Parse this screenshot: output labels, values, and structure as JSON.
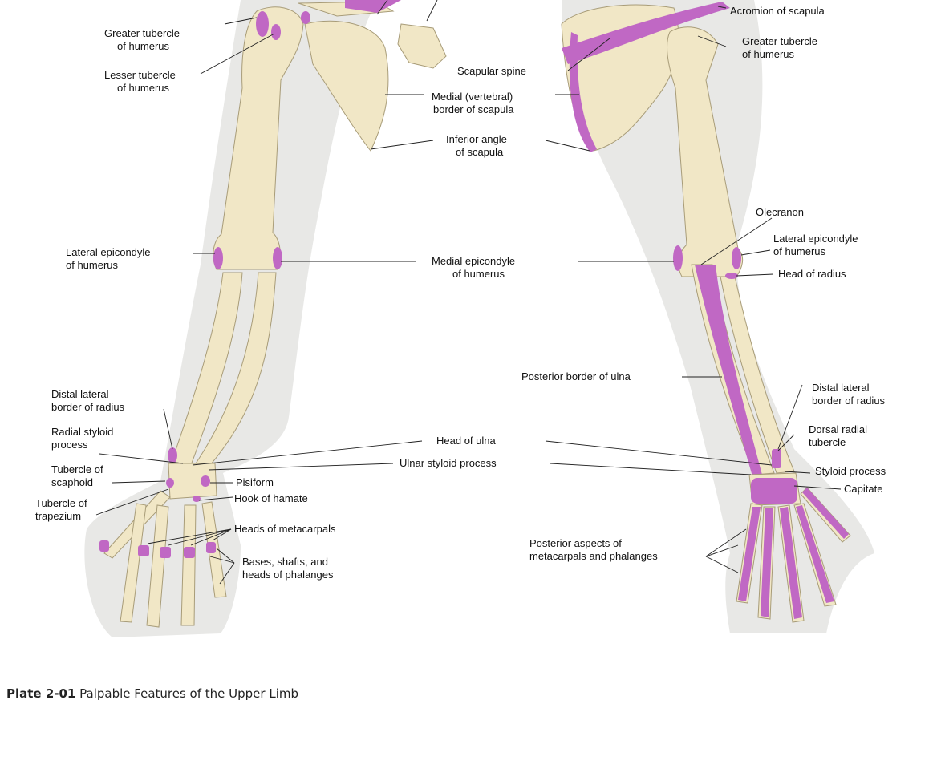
{
  "figure": {
    "labels": {
      "acromion": "Acromion of scapula",
      "greater_tubercle_l1": "Greater tubercle",
      "greater_tubercle_l2": "of humerus",
      "lesser_tubercle_l1": "Lesser tubercle",
      "lesser_tubercle_l2": "of humerus",
      "scapular_spine": "Scapular spine",
      "greater_tubercle_r1": "Greater tubercle",
      "greater_tubercle_r2": "of humerus",
      "medial_border_1": "Medial (vertebral)",
      "medial_border_2": "border of scapula",
      "inferior_angle_1": "Inferior angle",
      "inferior_angle_2": "of scapula",
      "olecranon": "Olecranon",
      "lat_epi_l1": "Lateral epicondyle",
      "lat_epi_l2": "of humerus",
      "medial_epi_1": "Medial epicondyle",
      "medial_epi_2": "of humerus",
      "lat_epi_r1": "Lateral epicondyle",
      "lat_epi_r2": "of humerus",
      "head_radius": "Head of radius",
      "posterior_ulna": "Posterior border of ulna",
      "distal_lat_l1": "Distal lateral",
      "distal_lat_l2": "border of radius",
      "distal_lat_r1": "Distal lateral",
      "distal_lat_r2": "border of radius",
      "radial_styloid_1": "Radial styloid",
      "radial_styloid_2": "process",
      "head_ulna": "Head of ulna",
      "dorsal_tubercle_1": "Dorsal radial",
      "dorsal_tubercle_2": "tubercle",
      "ulnar_styloid": "Ulnar styloid process",
      "styloid_process": "Styloid process",
      "tub_scaphoid_1": "Tubercle of",
      "tub_scaphoid_2": "scaphoid",
      "pisiform": "Pisiform",
      "capitate": "Capitate",
      "tub_trapezium_1": "Tubercle of",
      "tub_trapezium_2": "trapezium",
      "hook_hamate": "Hook of hamate",
      "heads_metacarpals": "Heads of metacarpals",
      "posterior_aspects_1": "Posterior aspects of",
      "posterior_aspects_2": "metacarpals and phalanges",
      "bases_shafts_1": "Bases, shafts, and",
      "bases_shafts_2": "heads of phalanges"
    },
    "colors": {
      "bone": "#f1e7c6",
      "palpable": "#c068c4",
      "skin": "#e8e8e6"
    }
  },
  "caption": {
    "number": "Plate 2-01",
    "title": "Palpable Features of the Upper Limb"
  }
}
